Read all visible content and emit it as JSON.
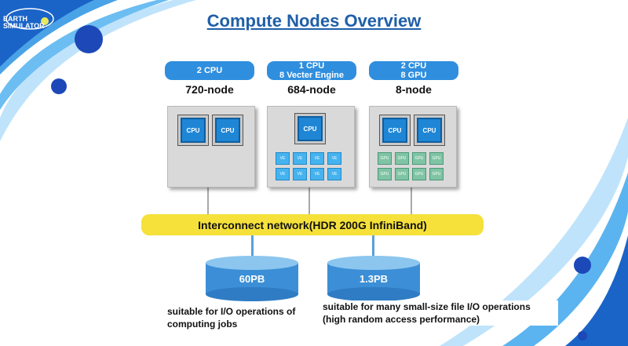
{
  "title": "Compute Nodes Overview",
  "logo": {
    "line1": "EARTH",
    "line2": "SIMULATOR"
  },
  "nodes": [
    {
      "spec_line1": "2 CPU",
      "spec_line2": "",
      "label": "720-node",
      "cpu_chips": [
        "CPU",
        "CPU"
      ],
      "accelerators": []
    },
    {
      "spec_line1": "1 CPU",
      "spec_line2": "8 Vecter Engine",
      "label": "684-node",
      "cpu_chips": [
        "CPU"
      ],
      "accelerators": [
        "VE",
        "VE",
        "VE",
        "VE",
        "VE",
        "VE",
        "VE",
        "VE"
      ]
    },
    {
      "spec_line1": "2 CPU",
      "spec_line2": "8 GPU",
      "label": "8-node",
      "cpu_chips": [
        "CPU",
        "CPU"
      ],
      "accelerators": [
        "GPU",
        "GPU",
        "GPU",
        "GPU",
        "GPU",
        "GPU",
        "GPU",
        "GPU"
      ]
    }
  ],
  "interconnect": "Interconnect network(HDR 200G InfiniBand)",
  "storage": [
    {
      "capacity": "60PB",
      "description_line1": "suitable for I/O operations of",
      "description_line2": "computing jobs"
    },
    {
      "capacity": "1.3PB",
      "description_line1": "suitable for many small-size file I/O operations",
      "description_line2": "(high random access performance)"
    }
  ],
  "colors": {
    "title": "#1f5fa8",
    "pill": "#2f8ede",
    "bus": "#f5e13a",
    "storage": "#3c8fd6",
    "ve": "#45b3ef",
    "gpu": "#7fc4a4",
    "background_wave": "#1a64c8"
  }
}
